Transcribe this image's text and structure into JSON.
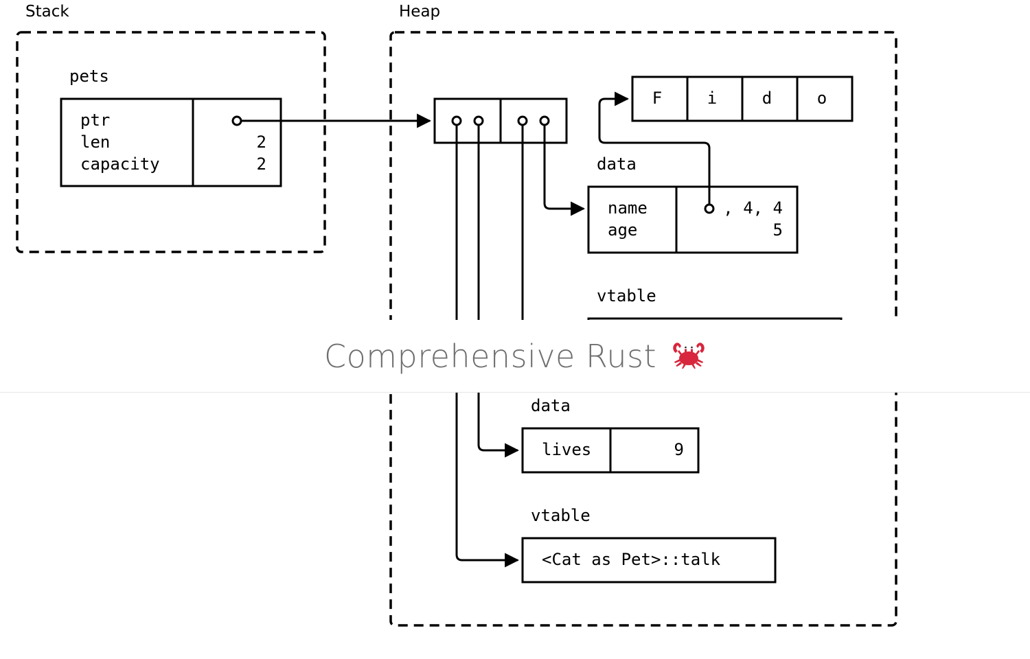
{
  "stack": {
    "label": "Stack",
    "var_name": "pets",
    "fields": [
      "ptr",
      "len",
      "capacity"
    ],
    "values": [
      "",
      "2",
      "2"
    ]
  },
  "heap": {
    "label": "Heap",
    "string_chars": [
      "F",
      "i",
      "d",
      "o"
    ],
    "dog_data": {
      "label": "data",
      "fields": [
        "name",
        "age"
      ],
      "values": [
        ", 4, 4",
        "5"
      ]
    },
    "dog_vtable": {
      "label": "vtable"
    },
    "cat_data": {
      "label": "data",
      "fields": [
        "lives"
      ],
      "values": [
        "9"
      ]
    },
    "cat_vtable": {
      "label": "vtable",
      "entries": [
        "<Cat as Pet>::talk"
      ]
    }
  },
  "overlay": {
    "title": "Comprehensive Rust",
    "icon": "crab-icon",
    "icon_color": "#d7263d"
  }
}
